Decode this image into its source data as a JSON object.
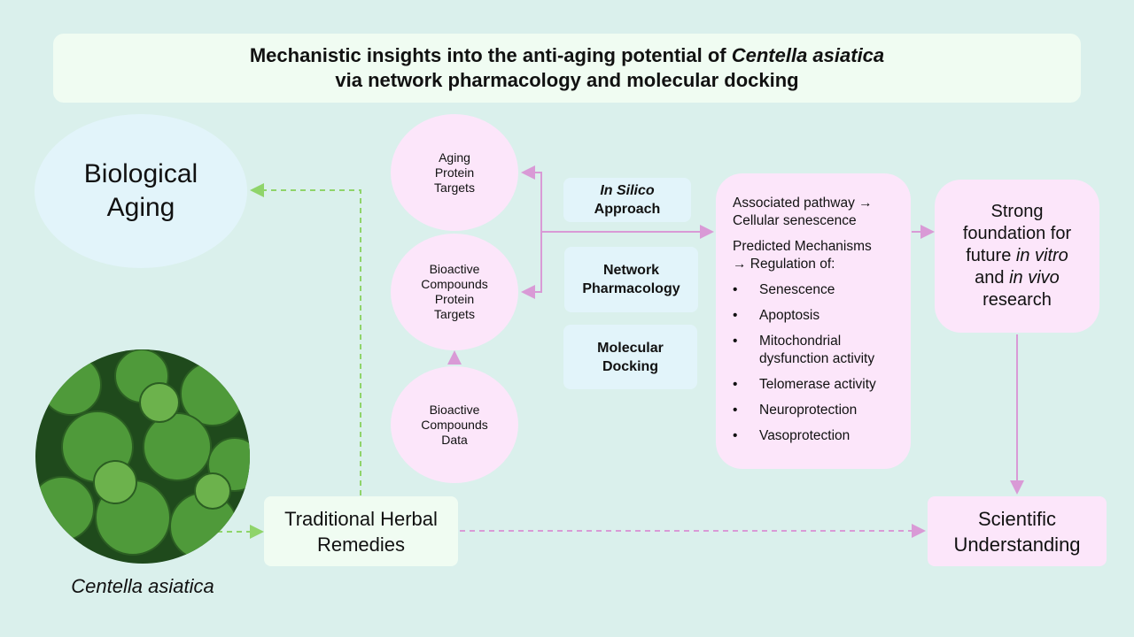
{
  "title": {
    "line1_prefix": "Mechanistic insights into the anti-aging potential of ",
    "line1_italic": "Centella asiatica",
    "line2": "via network pharmacology and molecular docking"
  },
  "biological_aging": {
    "line1": "Biological",
    "line2": "Aging"
  },
  "circles": {
    "aging_targets": [
      "Aging",
      "Protein",
      "Targets"
    ],
    "compound_targets": [
      "Bioactive",
      "Compounds",
      "Protein",
      "Targets"
    ],
    "compound_data": [
      "Bioactive",
      "Compounds",
      "Data"
    ]
  },
  "methods": {
    "in_silico": {
      "italic": "In Silico",
      "rest": "Approach"
    },
    "network": [
      "Network",
      "Pharmacology"
    ],
    "docking": [
      "Molecular",
      "Docking"
    ]
  },
  "mechanisms": {
    "pathway": [
      "Associated pathway →",
      "Cellular senescence"
    ],
    "predicted": [
      "Predicted Mechanisms",
      "→ Regulation of:"
    ],
    "items": [
      "Senescence",
      "Apoptosis",
      "Mitochondrial dysfunction activity",
      "Telomerase activity",
      "Neuroprotection",
      "Vasoprotection"
    ]
  },
  "foundation": {
    "line1": "Strong",
    "line2": "foundation for",
    "line3_prefix": "future ",
    "line3_italic": "in vitro",
    "line4_prefix": "and ",
    "line4_italic": "in vivo",
    "line5": "research"
  },
  "traditional": [
    "Traditional Herbal",
    "Remedies"
  ],
  "scientific": [
    "Scientific",
    "Understanding"
  ],
  "plant_caption": "Centella asiatica",
  "colors": {
    "background": "#daf0ec",
    "pink": "#fce6fa",
    "blue": "#e2f4fa",
    "pink_arrow": "#d99ad6",
    "green_arrow": "#8fd46a"
  }
}
